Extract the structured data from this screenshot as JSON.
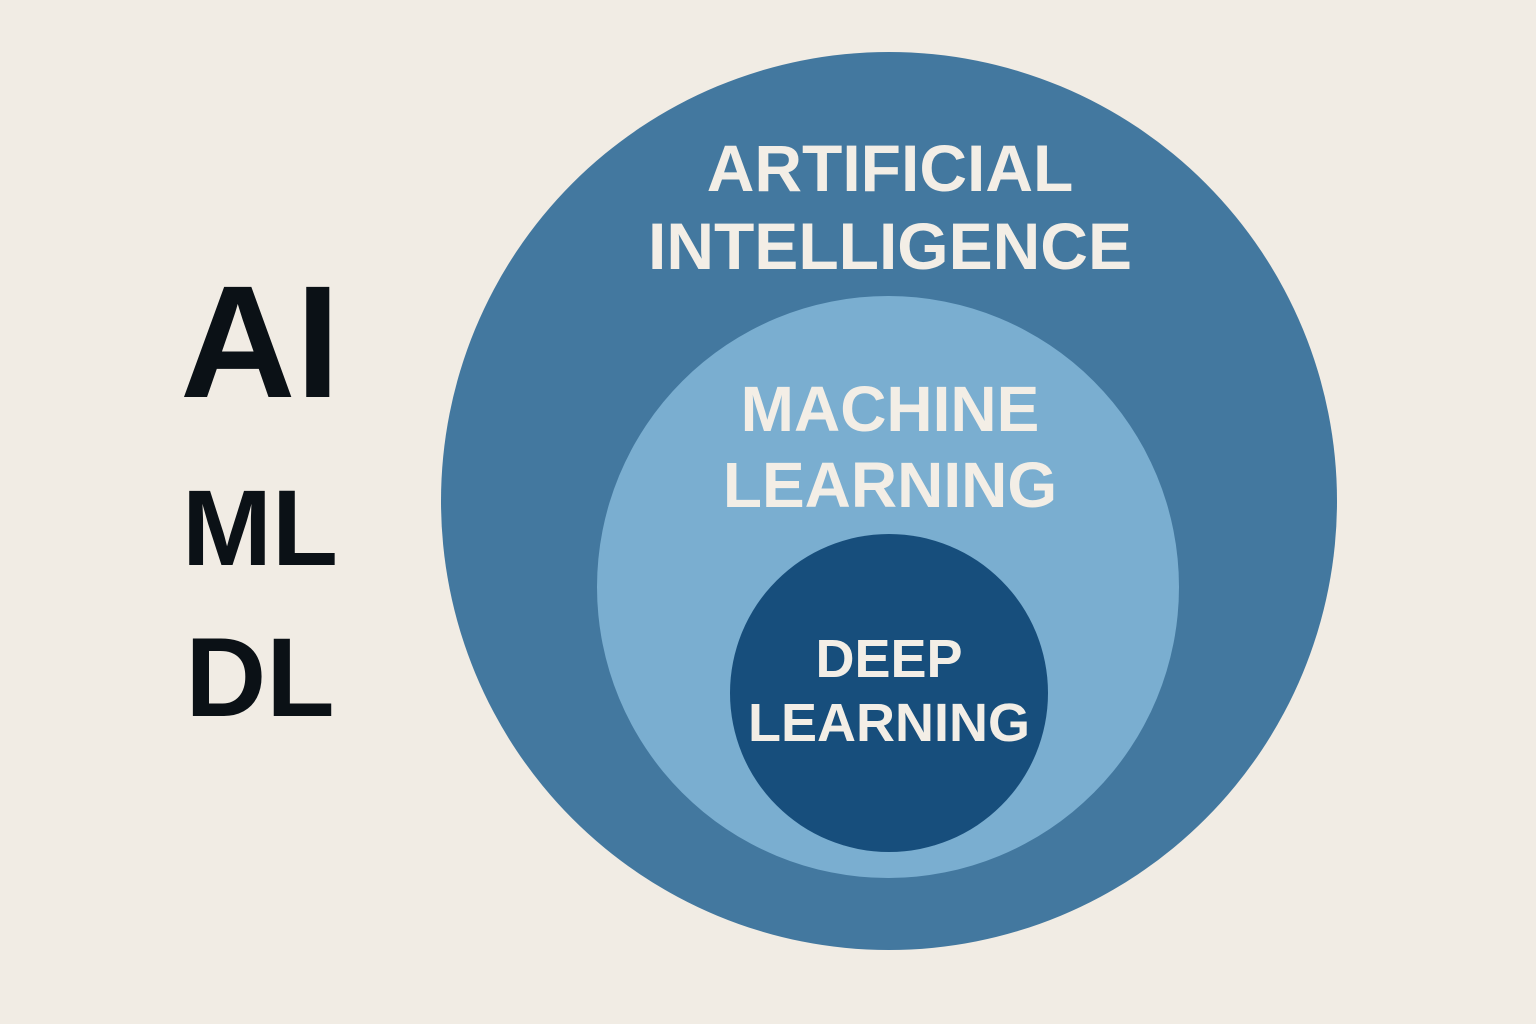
{
  "side_labels": {
    "ai": "AI",
    "ml": "ML",
    "dl": "DL"
  },
  "circles": {
    "artificial_intelligence": {
      "line1": "ARTIFICIAL",
      "line2": "INTELLIGENCE",
      "color": "#43789f"
    },
    "machine_learning": {
      "line1": "MACHINE",
      "line2": "LEARNING",
      "color": "#7aaed0"
    },
    "deep_learning": {
      "line1": "DEEP",
      "line2": "LEARNING",
      "color": "#174e7c"
    }
  },
  "colors": {
    "background": "#f1ece4",
    "side_text": "#0b1116",
    "circle_text": "#f3eee6"
  }
}
